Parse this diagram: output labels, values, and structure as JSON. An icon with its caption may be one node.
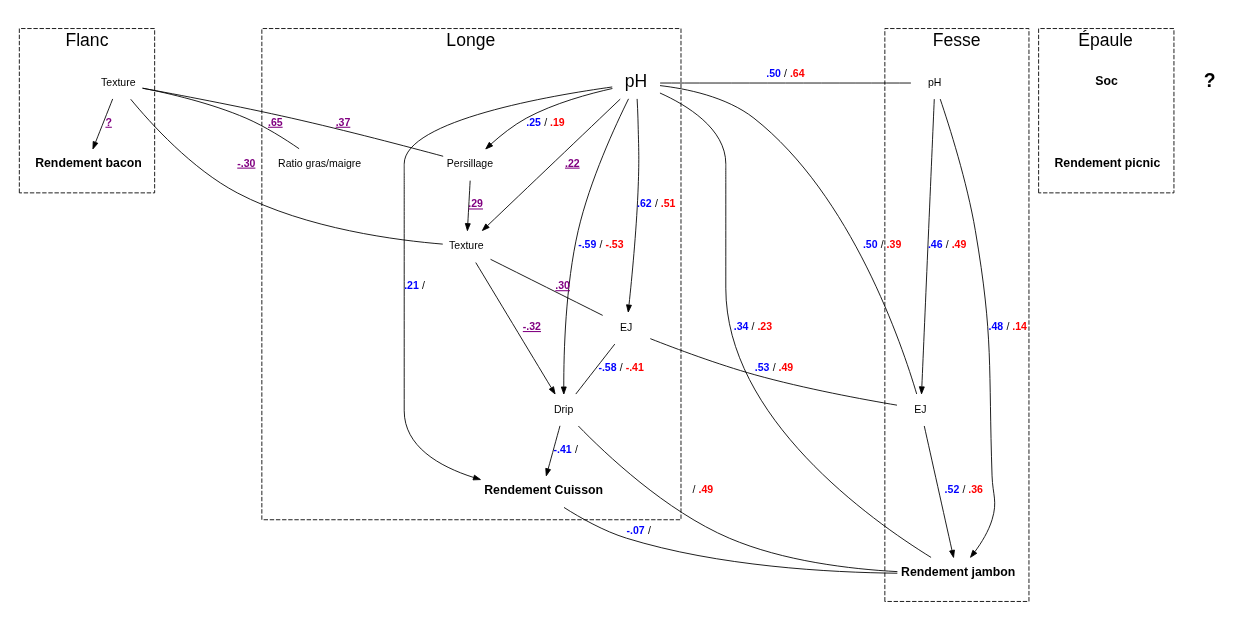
{
  "diagram": {
    "nodes": [
      {
        "text": [
          "Flanc"
        ]
      },
      {
        "text": [
          "Longe"
        ]
      },
      {
        "text": [
          "Fesse"
        ]
      },
      {
        "text": [
          "Épaule"
        ]
      },
      {
        "text": [
          "Texture"
        ],
        "in": 0
      },
      {
        "text": [
          "Rendement bacon"
        ],
        "in": 0
      },
      {
        "text": [
          "Ratio gras/maigre"
        ],
        "in": 1
      },
      {
        "text": [
          "Persillage"
        ],
        "in": 1
      },
      {
        "text": [
          "pH"
        ],
        "in": 1
      },
      {
        "text": [
          "Texture"
        ],
        "in": 1
      },
      {
        "text": [
          "EJ"
        ],
        "in": 1
      },
      {
        "text": [
          "Drip"
        ],
        "in": 1
      },
      {
        "text": [
          "Rendement Cuisson"
        ],
        "in": 1
      },
      {
        "text": [
          "pH"
        ],
        "in": 2
      },
      {
        "text": [
          "EJ"
        ],
        "in": 2
      },
      {
        "text": [
          "Rendement jambon"
        ],
        "in": 2
      },
      {
        "text": [
          "Soc"
        ],
        "in": 3
      },
      {
        "text": [
          "Rendement picnic"
        ],
        "in": 3
      }
    ],
    "edges": [
      {
        "from": 4,
        "to": 6,
        "arrow": "none",
        "label": ".65"
      },
      {
        "from": 4,
        "to": 7,
        "arrow": "none",
        "label": ".37"
      },
      {
        "from": 4,
        "to": 9,
        "arrow": "none",
        "label": "-.30"
      },
      {
        "from": 4,
        "to": 5,
        "arrow": "to",
        "label": "?"
      },
      {
        "from": 8,
        "to": 7,
        "arrow": "to",
        "label": ".25 / .19"
      },
      {
        "from": 7,
        "to": 9,
        "arrow": "to",
        "label": ".29"
      },
      {
        "from": 8,
        "to": 9,
        "arrow": "to",
        "label": ".22"
      },
      {
        "from": 9,
        "to": 10,
        "arrow": "none",
        "label": ".30"
      },
      {
        "from": 8,
        "to": 10,
        "arrow": "to",
        "label": ".62 / .51"
      },
      {
        "from": 8,
        "to": 11,
        "arrow": "to",
        "label": "-.59 / -.53"
      },
      {
        "from": 10,
        "to": 11,
        "arrow": "none",
        "label": "-.58 / -.41"
      },
      {
        "from": 9,
        "to": 11,
        "arrow": "to",
        "label": "-.32"
      },
      {
        "from": 11,
        "to": 12,
        "arrow": "to",
        "label": "-.41 /"
      },
      {
        "from": 8,
        "to": 12,
        "arrow": "to",
        "label": ".21 /"
      },
      {
        "from": 8,
        "to": 13,
        "arrow": "none",
        "label": ".50 / .64"
      },
      {
        "from": 8,
        "to": 14,
        "arrow": "none",
        "label": ".50 / .39"
      },
      {
        "from": 10,
        "to": 14,
        "arrow": "none",
        "label": ".53 / .49"
      },
      {
        "from": 13,
        "to": 14,
        "arrow": "to",
        "label": ".46 / .49"
      },
      {
        "from": 8,
        "to": 15,
        "arrow": "none",
        "label": ".34 / .23"
      },
      {
        "from": 11,
        "to": 15,
        "arrow": "none",
        "label": "/ .49"
      },
      {
        "from": 14,
        "to": 15,
        "arrow": "to",
        "label": ".52 / .36"
      },
      {
        "from": 13,
        "to": 15,
        "arrow": "to",
        "label": ".48 / .14"
      },
      {
        "from": 12,
        "to": 15,
        "arrow": "none",
        "label": "-.07 /"
      }
    ],
    "labels": [
      "?"
    ]
  }
}
